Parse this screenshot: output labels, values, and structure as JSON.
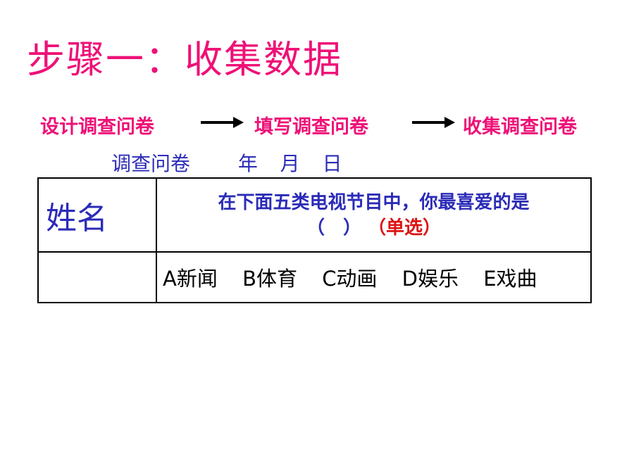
{
  "title": "步骤一：收集数据",
  "flow": {
    "step1": "设计调查问卷",
    "step2": "填写调查问卷",
    "step3": "收集调查问卷",
    "arrow_color": "#000000"
  },
  "survey_header": {
    "label": "调查问卷",
    "year": "年",
    "month": "月",
    "day": "日"
  },
  "table": {
    "name_header": "姓名",
    "question_line1": "在下面五类电视节目中，你最喜爱的是",
    "question_paren": "（　）",
    "question_single": "（单选）",
    "options": [
      "A新闻",
      "B体育",
      "C动画",
      "D娱乐",
      "E戏曲"
    ]
  },
  "colors": {
    "pink": "#ee1177",
    "blue": "#2b2bb8",
    "red": "#dd1111"
  }
}
